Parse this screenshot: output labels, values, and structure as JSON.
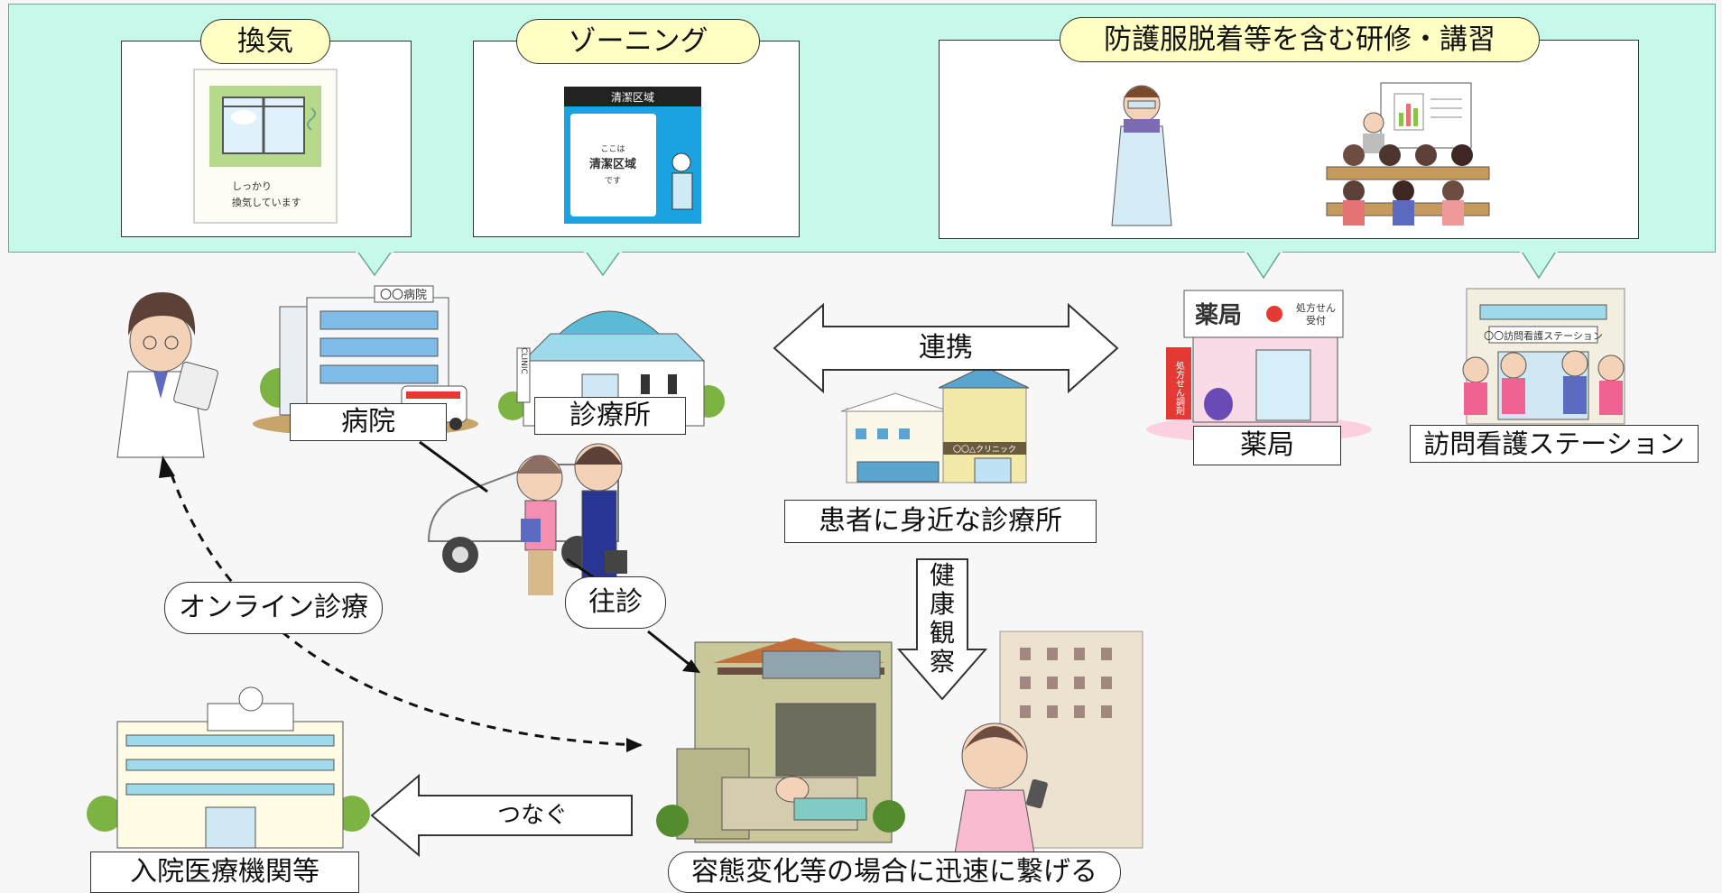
{
  "banner": {
    "ventilation": {
      "title": "換気",
      "poster_line1": "しっかり",
      "poster_line2": "換気しています"
    },
    "zoning": {
      "title": "ゾーニング",
      "sign_header": "清潔区域",
      "sign_line1": "ここは",
      "sign_line2": "清潔区域",
      "sign_line3": "です"
    },
    "training": {
      "title": "防護服脱着等を含む研修・講習"
    }
  },
  "facilities": {
    "hospital": {
      "label": "病院",
      "sign": "〇〇病院"
    },
    "clinic": {
      "label": "診療所",
      "sign": "CLINIC"
    },
    "local_clinic": {
      "label": "患者に身近な診療所",
      "sign": "〇〇△クリニック"
    },
    "pharmacy": {
      "label": "薬局",
      "sign": "薬局",
      "sign_sub1": "処方せん",
      "sign_sub2": "受付",
      "banner": "処方せん調剤"
    },
    "visiting_nurse": {
      "label": "訪問看護ステーション",
      "sign": "〇〇訪問看護ステーション"
    },
    "inpatient": {
      "label": "入院医療機関等"
    },
    "home": {
      "label": "容態変化等の場合に迅速に繋げる"
    }
  },
  "arrows": {
    "cooperation": "連携",
    "health_observation": "健康観察",
    "connect": "つなぐ",
    "online": "オンライン診療",
    "home_visit": "往診"
  },
  "colors": {
    "banner_bg": "#c6f9ea",
    "pill_bg": "#ffffc4",
    "zoning_blue": "#1aa3e0"
  }
}
